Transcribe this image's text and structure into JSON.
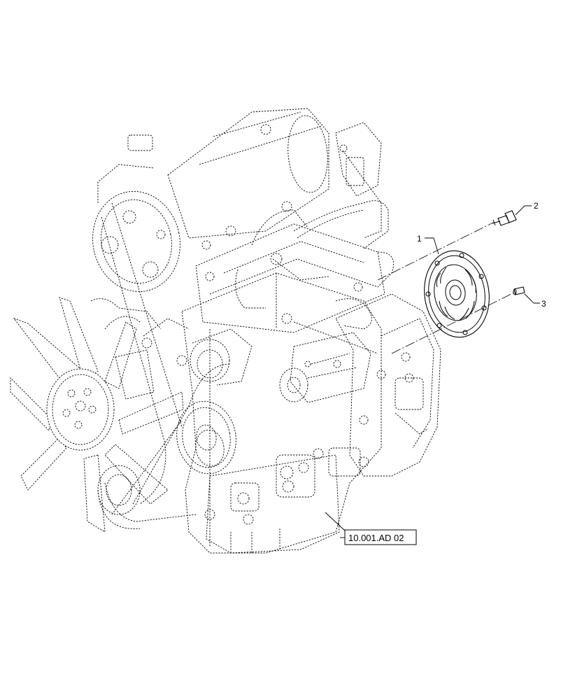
{
  "callouts": [
    {
      "number": "1",
      "part": "flex-plate"
    },
    {
      "number": "2",
      "part": "bolt"
    },
    {
      "number": "3",
      "part": "dowel-pin"
    }
  ],
  "reference": {
    "label": "10.001.AD 02"
  },
  "colors": {
    "line": "#000000",
    "background": "#ffffff"
  }
}
